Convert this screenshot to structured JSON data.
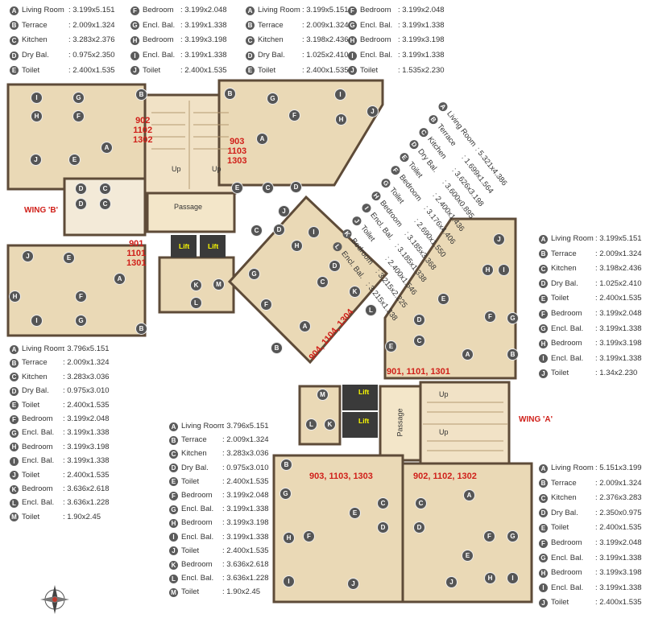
{
  "legends": {
    "wing_b_902": {
      "items": [
        {
          "letter": "A",
          "name": "Living Room",
          "value": ": 3.199x5.151"
        },
        {
          "letter": "B",
          "name": "Terrace",
          "value": ": 2.009x1.324"
        },
        {
          "letter": "C",
          "name": "Kitchen",
          "value": ": 3.283x2.376"
        },
        {
          "letter": "D",
          "name": "Dry Bal.",
          "value": ": 0.975x2.350"
        },
        {
          "letter": "E",
          "name": "Toilet",
          "value": ": 2.400x1.535"
        },
        {
          "letter": "F",
          "name": "Bedroom",
          "value": ": 3.199x2.048"
        },
        {
          "letter": "G",
          "name": "Encl. Bal.",
          "value": ": 3.199x1.338"
        },
        {
          "letter": "H",
          "name": "Bedroom",
          "value": ": 3.199x3.198"
        },
        {
          "letter": "I",
          "name": "Encl. Bal.",
          "value": ": 3.199x1.338"
        },
        {
          "letter": "J",
          "name": "Toilet",
          "value": ": 2.400x1.535"
        }
      ]
    },
    "wing_b_903": {
      "items": [
        {
          "letter": "A",
          "name": "Living Room",
          "value": ": 3.199x5.151"
        },
        {
          "letter": "B",
          "name": "Terrace",
          "value": ": 2.009x1.324"
        },
        {
          "letter": "C",
          "name": "Kitchen",
          "value": ": 3.198x2.436"
        },
        {
          "letter": "D",
          "name": "Dry Bal.",
          "value": ": 1.025x2.410"
        },
        {
          "letter": "E",
          "name": "Toilet",
          "value": ": 2.400x1.535"
        },
        {
          "letter": "F",
          "name": "Bedroom",
          "value": ": 3.199x2.048"
        },
        {
          "letter": "G",
          "name": "Encl. Bal.",
          "value": ": 3.199x1.338"
        },
        {
          "letter": "H",
          "name": "Bedroom",
          "value": ": 3.199x3.198"
        },
        {
          "letter": "I",
          "name": "Encl. Bal.",
          "value": ": 3.199x1.338"
        },
        {
          "letter": "J",
          "name": "Toilet",
          "value": ": 1.535x2.230"
        }
      ]
    },
    "unit_904": {
      "items": [
        {
          "letter": "A",
          "name": "Living Room",
          "value": ": 5.321x4.386"
        },
        {
          "letter": "B",
          "name": "Terrace",
          "value": ": 1.699x1.564"
        },
        {
          "letter": "C",
          "name": "Kitchen",
          "value": ": 3.626x3.198"
        },
        {
          "letter": "D",
          "name": "Dry Bal.",
          "value": ": 3.600x0.895"
        },
        {
          "letter": "E",
          "name": "Toilet",
          "value": ": 2.400x1.436"
        },
        {
          "letter": "F",
          "name": "Bedroom",
          "value": ": 3.176x4.406"
        },
        {
          "letter": "G",
          "name": "Toilet",
          "value": ": 2.690x1.550"
        },
        {
          "letter": "H",
          "name": "Bedroom",
          "value": ": 3.185x3.368"
        },
        {
          "letter": "I",
          "name": "Encl. Bal.",
          "value": ": 3.185x1.338"
        },
        {
          "letter": "J",
          "name": "Toilet",
          "value": ": 2.400x1.546"
        },
        {
          "letter": "K",
          "name": "Bedroom",
          "value": ": 3.215x2.225"
        },
        {
          "letter": "L",
          "name": "Encl. Bal.",
          "value": ": 3.215x1.338"
        }
      ]
    },
    "wing_a_901": {
      "items": [
        {
          "letter": "A",
          "name": "Living Room",
          "value": ": 3.199x5.151"
        },
        {
          "letter": "B",
          "name": "Terrace",
          "value": ": 2.009x1.324"
        },
        {
          "letter": "C",
          "name": "Kitchen",
          "value": ": 3.198x2.436"
        },
        {
          "letter": "D",
          "name": "Dry Bal.",
          "value": ": 1.025x2.410"
        },
        {
          "letter": "E",
          "name": "Toilet",
          "value": ": 2.400x1.535"
        },
        {
          "letter": "F",
          "name": "Bedroom",
          "value": ": 3.199x2.048"
        },
        {
          "letter": "G",
          "name": "Encl. Bal.",
          "value": ": 3.199x1.338"
        },
        {
          "letter": "H",
          "name": "Bedroom",
          "value": ": 3.199x3.198"
        },
        {
          "letter": "I",
          "name": "Encl. Bal.",
          "value": ": 3.199x1.338"
        },
        {
          "letter": "J",
          "name": "Toilet",
          "value": ": 1.34x2.230"
        }
      ]
    },
    "wing_b_901": {
      "items": [
        {
          "letter": "A",
          "name": "Living Room",
          "value": ": 3.796x5.151"
        },
        {
          "letter": "B",
          "name": "Terrace",
          "value": ": 2.009x1.324"
        },
        {
          "letter": "C",
          "name": "Kitchen",
          "value": ": 3.283x3.036"
        },
        {
          "letter": "D",
          "name": "Dry Bal.",
          "value": ": 0.975x3.010"
        },
        {
          "letter": "E",
          "name": "Toilet",
          "value": ": 2.400x1.535"
        },
        {
          "letter": "F",
          "name": "Bedroom",
          "value": ": 3.199x2.048"
        },
        {
          "letter": "G",
          "name": "Encl. Bal.",
          "value": ": 3.199x1.338"
        },
        {
          "letter": "H",
          "name": "Bedroom",
          "value": ": 3.199x3.198"
        },
        {
          "letter": "I",
          "name": "Encl. Bal.",
          "value": ": 3.199x1.338"
        },
        {
          "letter": "J",
          "name": "Toilet",
          "value": ": 2.400x1.535"
        },
        {
          "letter": "K",
          "name": "Bedroom",
          "value": ": 3.636x2.618"
        },
        {
          "letter": "L",
          "name": "Encl. Bal.",
          "value": ": 3.636x1.228"
        },
        {
          "letter": "M",
          "name": "Toilet",
          "value": ": 1.90x2.45"
        }
      ]
    },
    "wing_a_903": {
      "items": [
        {
          "letter": "A",
          "name": "Living Room",
          "value": ": 3.796x5.151"
        },
        {
          "letter": "B",
          "name": "Terrace",
          "value": ": 2.009x1.324"
        },
        {
          "letter": "C",
          "name": "Kitchen",
          "value": ": 3.283x3.036"
        },
        {
          "letter": "D",
          "name": "Dry Bal.",
          "value": ": 0.975x3.010"
        },
        {
          "letter": "E",
          "name": "Toilet",
          "value": ": 2.400x1.535"
        },
        {
          "letter": "F",
          "name": "Bedroom",
          "value": ": 3.199x2.048"
        },
        {
          "letter": "G",
          "name": "Encl. Bal.",
          "value": ": 3.199x1.338"
        },
        {
          "letter": "H",
          "name": "Bedroom",
          "value": ": 3.199x3.198"
        },
        {
          "letter": "I",
          "name": "Encl. Bal.",
          "value": ": 3.199x1.338"
        },
        {
          "letter": "J",
          "name": "Toilet",
          "value": ": 2.400x1.535"
        },
        {
          "letter": "K",
          "name": "Bedroom",
          "value": ": 3.636x2.618"
        },
        {
          "letter": "L",
          "name": "Encl. Bal.",
          "value": ": 3.636x1.228"
        },
        {
          "letter": "M",
          "name": "Toilet",
          "value": ": 1.90x2.45"
        }
      ]
    },
    "wing_a_902": {
      "items": [
        {
          "letter": "A",
          "name": "Living Room",
          "value": ": 5.151x3.199"
        },
        {
          "letter": "B",
          "name": "Terrace",
          "value": ": 2.009x1.324"
        },
        {
          "letter": "C",
          "name": "Kitchen",
          "value": ": 2.376x3.283"
        },
        {
          "letter": "D",
          "name": "Dry Bal.",
          "value": ": 2.350x0.975"
        },
        {
          "letter": "E",
          "name": "Toilet",
          "value": ": 2.400x1.535"
        },
        {
          "letter": "F",
          "name": "Bedroom",
          "value": ": 3.199x2.048"
        },
        {
          "letter": "G",
          "name": "Encl. Bal.",
          "value": ": 3.199x1.338"
        },
        {
          "letter": "H",
          "name": "Bedroom",
          "value": ": 3.199x3.198"
        },
        {
          "letter": "I",
          "name": "Encl. Bal.",
          "value": ": 3.199x1.338"
        },
        {
          "letter": "J",
          "name": "Toilet",
          "value": ": 2.400x1.535"
        }
      ]
    }
  },
  "plan": {
    "units": {
      "b_902": "902\n1102\n1302",
      "b_903": "903\n1103\n1303",
      "b_901": "901\n1101\n1301",
      "u_904": "904, 1104, 1304",
      "a_901": "901, 1101, 1301",
      "a_903": "903, 1103, 1303",
      "a_902": "902, 1102, 1302"
    },
    "wings": {
      "b": "WING 'B'",
      "a": "WING 'A'"
    },
    "labels": {
      "up": "Up",
      "passage": "Passage",
      "lift": "Lift"
    },
    "room_markers": [
      "I",
      "G",
      "B",
      "H",
      "F",
      "A",
      "J",
      "E",
      "D",
      "C",
      "D",
      "C",
      "J",
      "E",
      "H",
      "F",
      "A",
      "G",
      "I",
      "B",
      "B",
      "G",
      "F",
      "I",
      "J",
      "H",
      "A",
      "E",
      "C",
      "D",
      "K",
      "L",
      "M",
      "C",
      "D",
      "H",
      "I",
      "G",
      "F",
      "C",
      "K",
      "L",
      "A",
      "D",
      "B",
      "E",
      "J",
      "J",
      "H",
      "I",
      "E",
      "D",
      "F",
      "G",
      "C",
      "A",
      "B",
      "M",
      "L",
      "K",
      "B",
      "G",
      "E",
      "C",
      "D",
      "F",
      "H",
      "I",
      "J",
      "A",
      "C",
      "D",
      "F",
      "G",
      "H",
      "I",
      "J",
      "E"
    ],
    "colors": {
      "floor": "#ead9b6",
      "wall": "#5e4b38",
      "unit_label": "#d0201a",
      "stairs": "#f1e2c6",
      "lift": "#3a3a3a",
      "badge": "#5b5b5b"
    },
    "compass_icon": "compass-rose"
  }
}
